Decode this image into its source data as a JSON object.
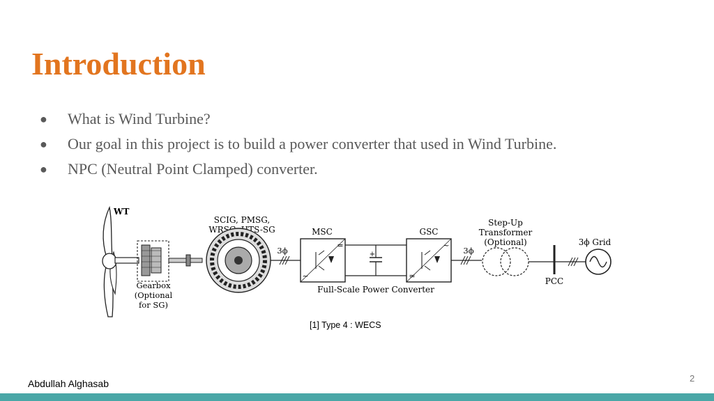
{
  "slide": {
    "title": "Introduction",
    "bullets": [
      "What is Wind Turbine?",
      "Our goal in this project is to build a power converter that used in Wind Turbine.",
      "NPC  (Neutral Point Clamped) converter."
    ],
    "caption": "[1] Type 4 : WECS",
    "author": "Abdullah Alghasab",
    "page_number": "2",
    "bullet_glyph": "●"
  },
  "diagram": {
    "wt_label": "WT",
    "gearbox_label": [
      "Gearbox",
      "(Optional",
      "for SG)"
    ],
    "generator_label": [
      "SCIG, PMSG,",
      "WRSG, HTS-SG"
    ],
    "phase_label": "3ϕ",
    "msc_label": "MSC",
    "gsc_label": "GSC",
    "converter_label": "Full-Scale Power Converter",
    "transformer_label": [
      "Step-Up",
      "Transformer",
      "(Optional)"
    ],
    "grid_label": "3ϕ Grid",
    "pcc_label": "PCC",
    "dc_symbol": "=",
    "ac_symbol": "~",
    "plus_symbol": "+"
  },
  "colors": {
    "title": "#e2751f",
    "bullet_text": "#595959",
    "footer_bar": "#4aa7a7"
  }
}
